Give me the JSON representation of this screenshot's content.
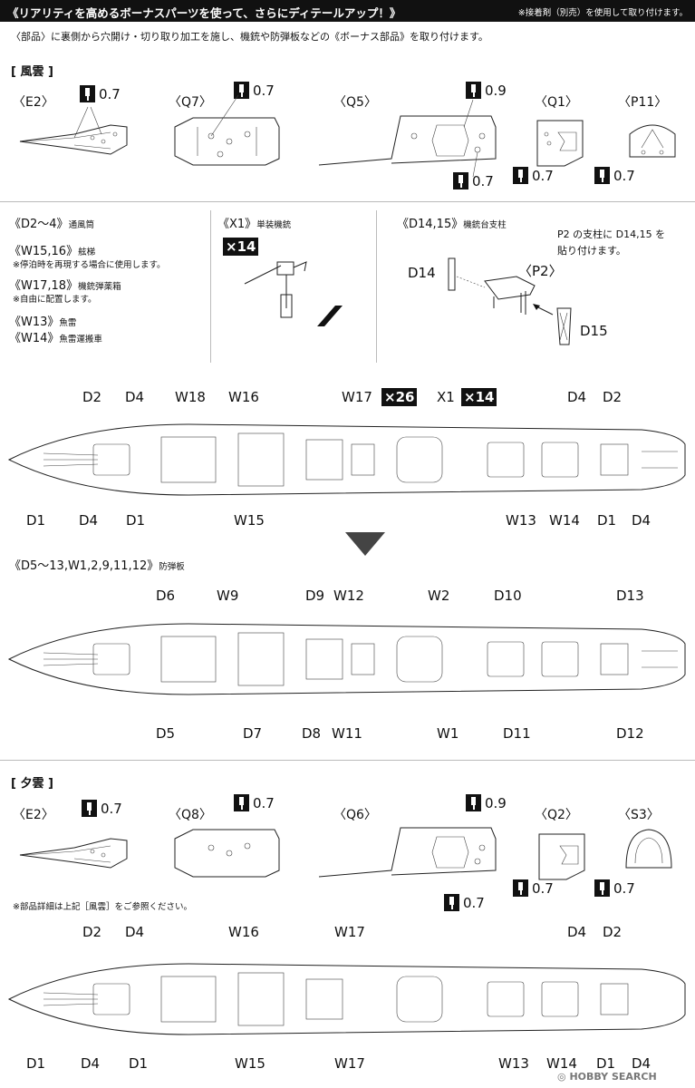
{
  "banner": {
    "title": "《リアリティを高めるボーナスパーツを使って、さらにディテールアップ！》",
    "note": "※接着剤（別売）を使用して取り付けます。"
  },
  "intro": "〈部品〉に裏側から穴開け・切り取り加工を施し、機銃や防弾板などの《ボーナス部品》を取り付けます。",
  "kazagumo": {
    "section": "[ 風雲 ]",
    "parts": [
      {
        "label": "〈E2〉",
        "drill": "0.7"
      },
      {
        "label": "〈Q7〉",
        "drill": "0.7"
      },
      {
        "label": "〈Q5〉",
        "drill": "0.9",
        "drill2": "0.7"
      },
      {
        "label": "〈Q1〉",
        "drill": "0.7"
      },
      {
        "label": "〈P11〉",
        "drill": "0.7"
      }
    ],
    "info": {
      "d2_4": "《D2〜4》",
      "d2_4_desc": "通風筒",
      "w15_16": "《W15,16》",
      "w15_16_desc": "舷梯",
      "w15_16_note": "※停泊時を再現する場合に使用します。",
      "w17_18": "《W17,18》",
      "w17_18_desc": "機銃弾薬箱",
      "w17_18_note": "※自由に配置します。",
      "w13": "《W13》",
      "w13_desc": "魚雷",
      "w14": "《W14》",
      "w14_desc": "魚雷運搬車",
      "x1": "《X1》",
      "x1_desc": "単装機銃",
      "x1_mult": "×14",
      "d14_15": "《D14,15》",
      "d14_15_desc": "機銃台支柱",
      "d14_15_note1": "P2 の支柱に D14,15 を",
      "d14_15_note2": "貼り付けます。",
      "d14": "D14",
      "p2": "〈P2〉",
      "d15": "D15"
    },
    "ship1": {
      "top": [
        "D2",
        "D4",
        "W18",
        "W16",
        "W17",
        "×26",
        "X1",
        "×14",
        "D4",
        "D2"
      ],
      "bottom": [
        "D1",
        "D4",
        "D1",
        "W15",
        "W13",
        "W14",
        "D1",
        "D4"
      ]
    },
    "shields_title": "《D5〜13,W1,2,9,11,12》",
    "shields_desc": "防弾板",
    "ship2": {
      "top": [
        "D6",
        "W9",
        "D9",
        "W12",
        "W2",
        "D10",
        "D13"
      ],
      "bottom": [
        "D5",
        "D7",
        "D8",
        "W11",
        "W1",
        "D11",
        "D12"
      ]
    }
  },
  "yugumo": {
    "section": "[ 夕雲 ]",
    "parts": [
      {
        "label": "〈E2〉",
        "drill": "0.7"
      },
      {
        "label": "〈Q8〉",
        "drill": "0.7"
      },
      {
        "label": "〈Q6〉",
        "drill": "0.9",
        "drill2": "0.7"
      },
      {
        "label": "〈Q2〉",
        "drill": "0.7"
      },
      {
        "label": "〈S3〉",
        "drill": "0.7"
      }
    ],
    "note": "※部品詳細は上記［風雲］をご参照ください。",
    "ship3": {
      "top": [
        "D2",
        "D4",
        "W16",
        "W17",
        "D4",
        "D2"
      ],
      "bottom": [
        "D1",
        "D4",
        "D1",
        "W15",
        "W17",
        "W13",
        "W14",
        "D1",
        "D4"
      ]
    }
  },
  "watermark": "HOBBY SEARCH"
}
